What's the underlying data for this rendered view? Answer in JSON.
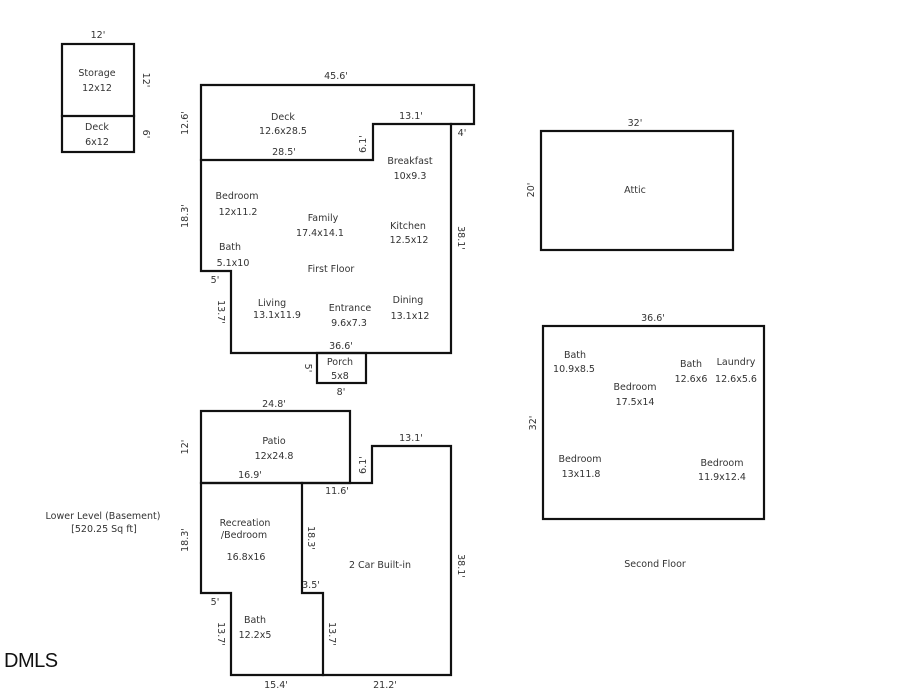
{
  "watermark": "DMLS",
  "plans": {
    "storage": {
      "dims": {
        "top": "12'",
        "right_storage": "12'",
        "right_deck": "6'"
      },
      "rooms": [
        {
          "name": "Storage",
          "size": "12x12"
        },
        {
          "name": "Deck",
          "size": "6x12"
        }
      ]
    },
    "first_floor": {
      "title": "First Floor",
      "dims": {
        "top": "45.6'",
        "left_deck": "12.6'",
        "deck_bottom": "28.5'",
        "step_height": "6.1'",
        "step_top": "13.1'",
        "right_step": "4'",
        "left_upper": "18.3'",
        "right": "38.1'",
        "jog": "5'",
        "left_lower": "13.7'",
        "bottom": "36.6'",
        "porch_left": "5'",
        "porch_bottom": "8'"
      },
      "rooms": [
        {
          "name": "Deck",
          "size": "12.6x28.5"
        },
        {
          "name": "Breakfast",
          "size": "10x9.3"
        },
        {
          "name": "Bedroom",
          "size": "12x11.2"
        },
        {
          "name": "Family",
          "size": "17.4x14.1"
        },
        {
          "name": "Kitchen",
          "size": "12.5x12"
        },
        {
          "name": "Bath",
          "size": "5.1x10"
        },
        {
          "name": "Living",
          "size": "13.1x11.9"
        },
        {
          "name": "Entrance",
          "size": "9.6x7.3"
        },
        {
          "name": "Dining",
          "size": "13.1x12"
        },
        {
          "name": "Porch",
          "size": "5x8"
        }
      ]
    },
    "attic": {
      "dims": {
        "top": "32'",
        "left": "20'"
      },
      "rooms": [
        {
          "name": "Attic",
          "size": ""
        }
      ]
    },
    "second_floor": {
      "title": "Second Floor",
      "dims": {
        "top": "36.6'",
        "left": "32'"
      },
      "rooms": [
        {
          "name": "Bath",
          "size": "10.9x8.5"
        },
        {
          "name": "Bedroom",
          "size": "17.5x14"
        },
        {
          "name": "Bath",
          "size": "12.6x6"
        },
        {
          "name": "Laundry",
          "size": "12.6x5.6"
        },
        {
          "name": "Bedroom",
          "size": "13x11.8"
        },
        {
          "name": "Bedroom",
          "size": "11.9x12.4"
        }
      ]
    },
    "lower_level": {
      "title": "Lower Level (Basement)",
      "area": "[520.25 Sq ft]",
      "dims": {
        "patio_top": "24.8'",
        "patio_left": "12'",
        "patio_bottom": "16.9'",
        "step_height": "6.1'",
        "garage_top": "13.1'",
        "step_bottom": "11.6'",
        "left_upper": "18.3'",
        "inner_upper": "18.3'",
        "inner_jog": "3.5'",
        "right": "38.1'",
        "jog": "5'",
        "left_lower": "13.7'",
        "inner_lower": "13.7'",
        "bottom_left": "15.4'",
        "bottom_right": "21.2'"
      },
      "rooms": [
        {
          "name": "Patio",
          "size": "12x24.8"
        },
        {
          "name": "Recreation",
          "name2": "/Bedroom",
          "size": "16.8x16"
        },
        {
          "name": "2 Car Built-in",
          "size": ""
        },
        {
          "name": "Bath",
          "size": "12.2x5"
        }
      ]
    }
  }
}
